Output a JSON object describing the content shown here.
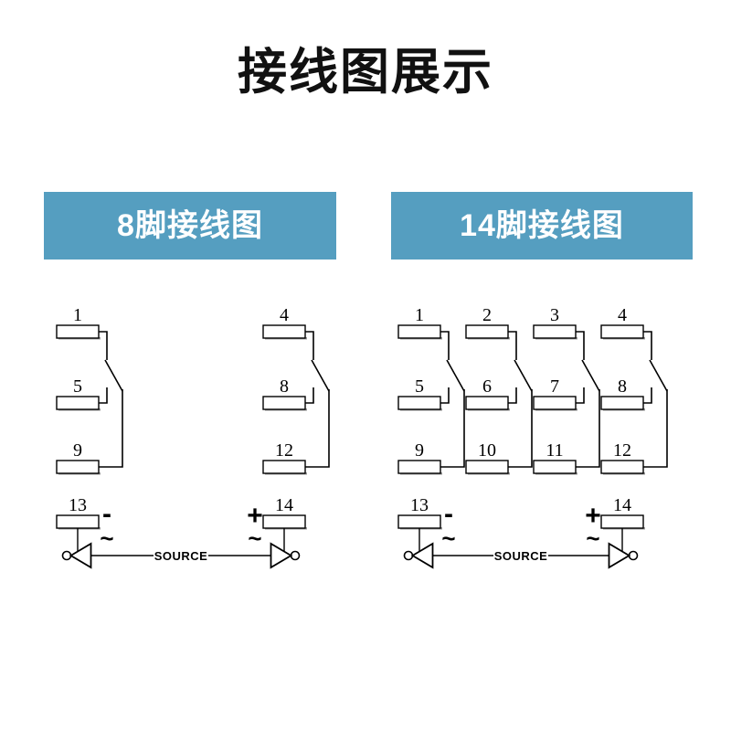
{
  "page": {
    "title": "接线图展示",
    "background_color": "#ffffff"
  },
  "theme": {
    "header_bg": "#559ec0",
    "header_text": "#ffffff",
    "line_color": "#000000",
    "terminal_fill": "#ffffff",
    "terminal_shadow": "#9a9a9a"
  },
  "diagrams": [
    {
      "id": "8-pin",
      "header_label": "8脚接线图",
      "contact_groups": [
        {
          "common_pin": "1",
          "nc_pin": "5",
          "no_pin": "9"
        },
        {
          "common_pin": "4",
          "nc_pin": "8",
          "no_pin": "12"
        }
      ],
      "coil": {
        "left_pin": "13",
        "right_pin": "14",
        "left_polarity": "-",
        "left_ac": "~",
        "right_polarity": "+",
        "right_ac": "~",
        "source_label": "SOURCE"
      }
    },
    {
      "id": "14-pin",
      "header_label": "14脚接线图",
      "contact_groups": [
        {
          "common_pin": "1",
          "nc_pin": "5",
          "no_pin": "9"
        },
        {
          "common_pin": "2",
          "nc_pin": "6",
          "no_pin": "10"
        },
        {
          "common_pin": "3",
          "nc_pin": "7",
          "no_pin": "11"
        },
        {
          "common_pin": "4",
          "nc_pin": "8",
          "no_pin": "12"
        }
      ],
      "coil": {
        "left_pin": "13",
        "right_pin": "14",
        "left_polarity": "-",
        "left_ac": "~",
        "right_polarity": "+",
        "right_ac": "~",
        "source_label": "SOURCE"
      }
    }
  ]
}
